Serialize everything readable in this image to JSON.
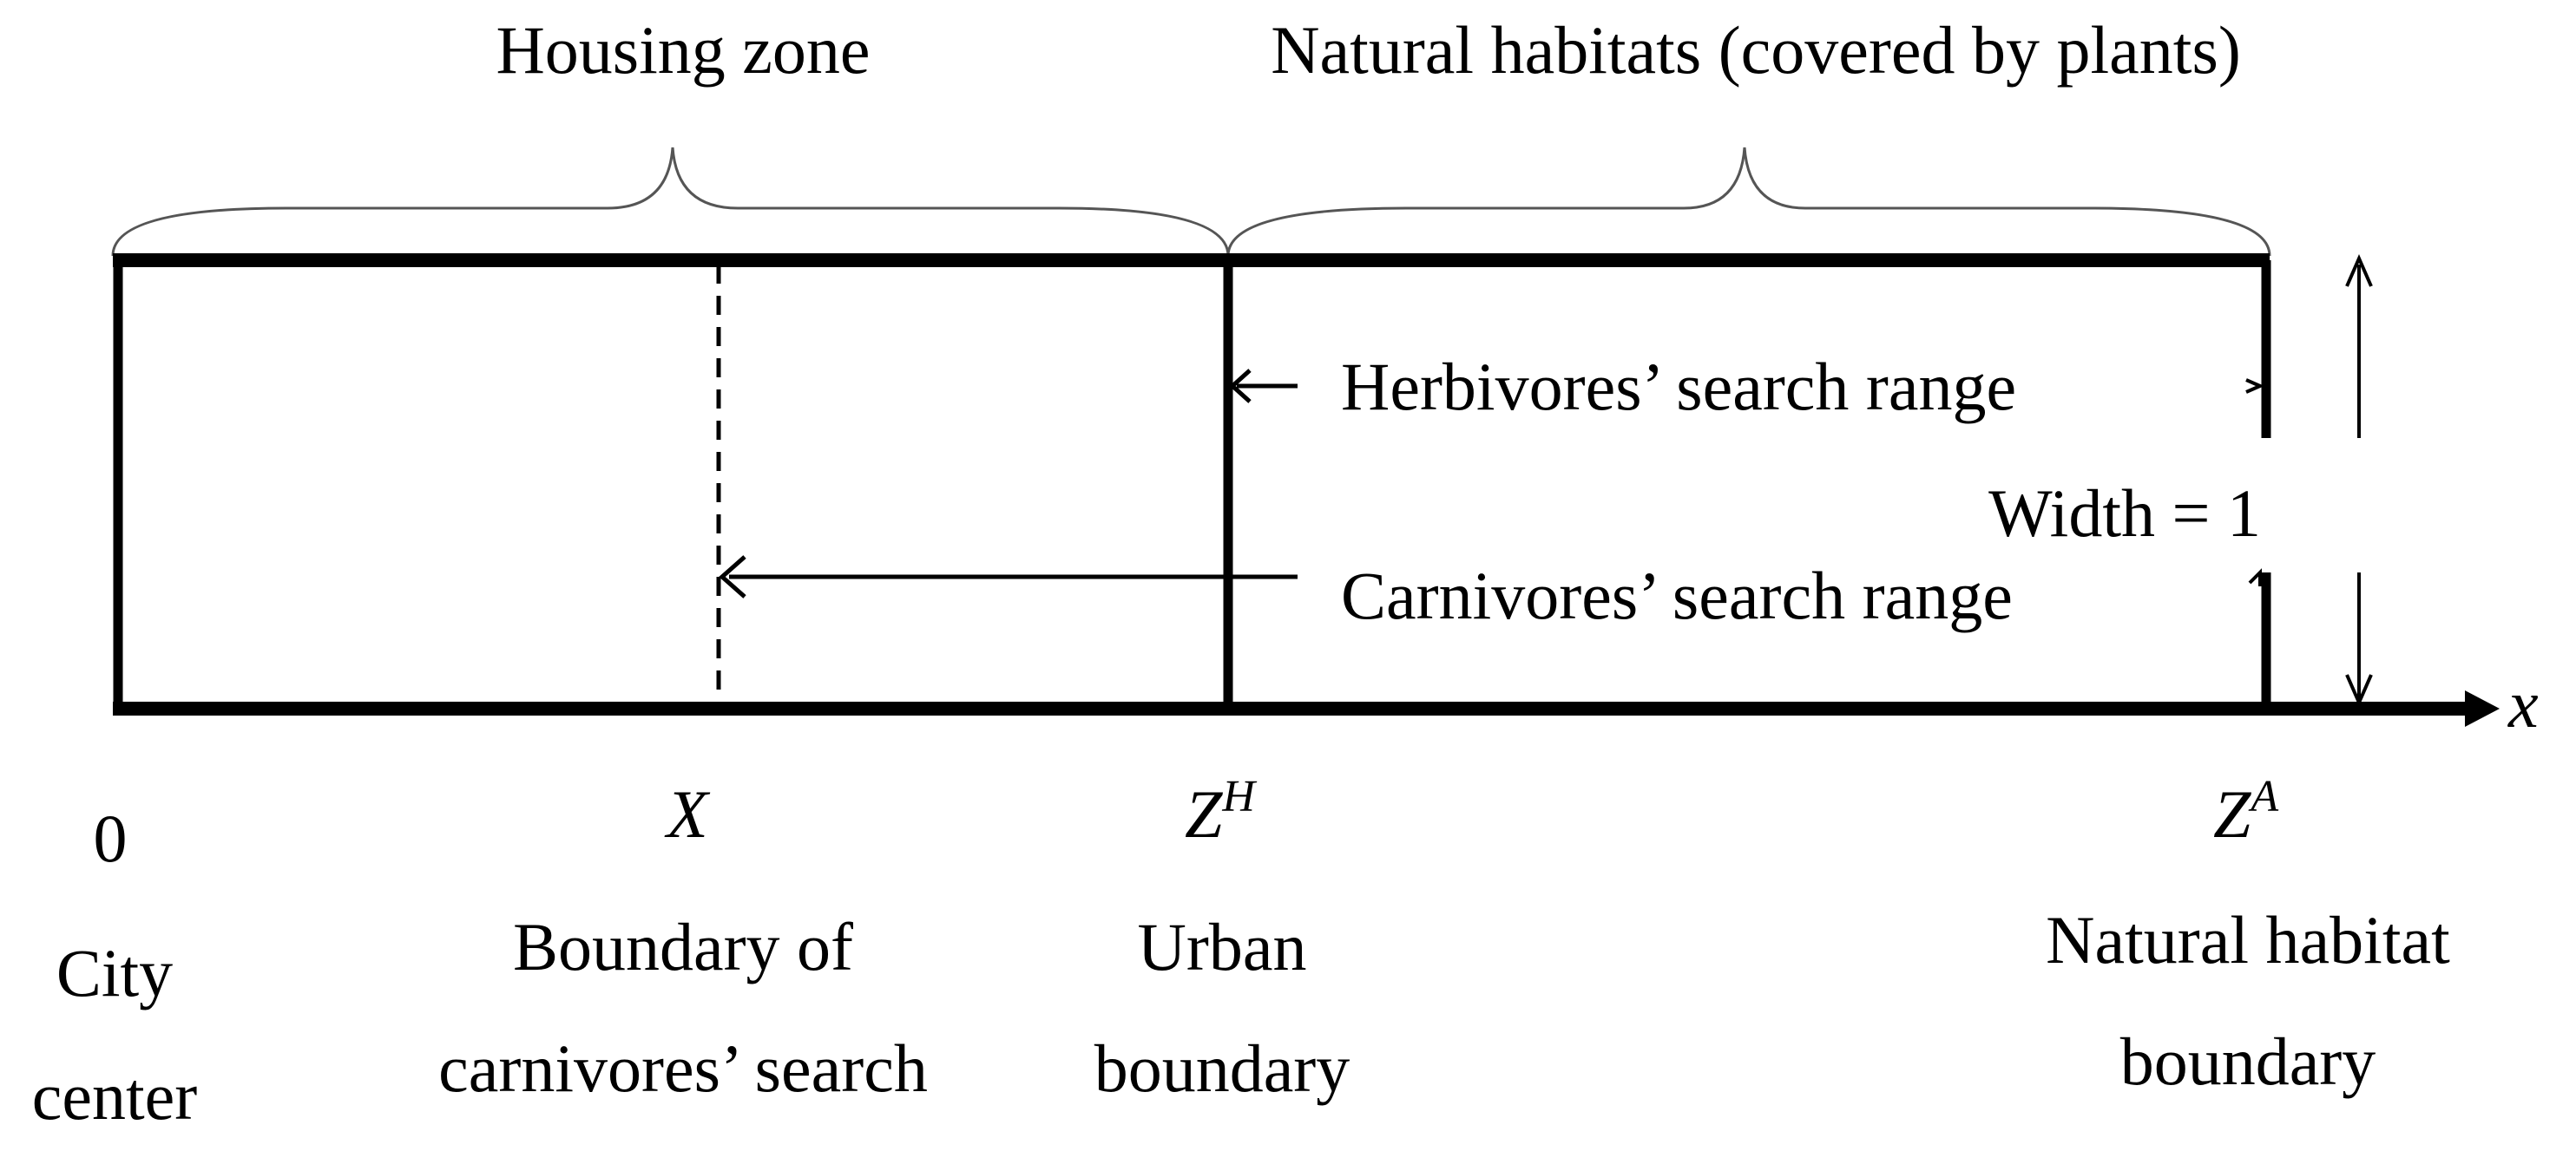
{
  "zones": {
    "housing_label": "Housing zone",
    "natural_label": "Natural habitats (covered by plants)"
  },
  "arrows": {
    "herbivore_label": "Herbivores’ search range",
    "carnivore_label": "Carnivores’ search range",
    "width_label": "Width = 1"
  },
  "axis": {
    "x_label": "x",
    "origin": "0",
    "X": "X",
    "ZH_base": "Z",
    "ZH_sup": "H",
    "ZA_base": "Z",
    "ZA_sup": "A"
  },
  "positions": {
    "city_line1": "City",
    "city_line2": "center",
    "carnivore_boundary_line1": "Boundary of",
    "carnivore_boundary_line2": "carnivores’ search",
    "urban_line1": "Urban",
    "urban_line2": "boundary",
    "natural_line1": "Natural habitat",
    "natural_line2": "boundary"
  }
}
